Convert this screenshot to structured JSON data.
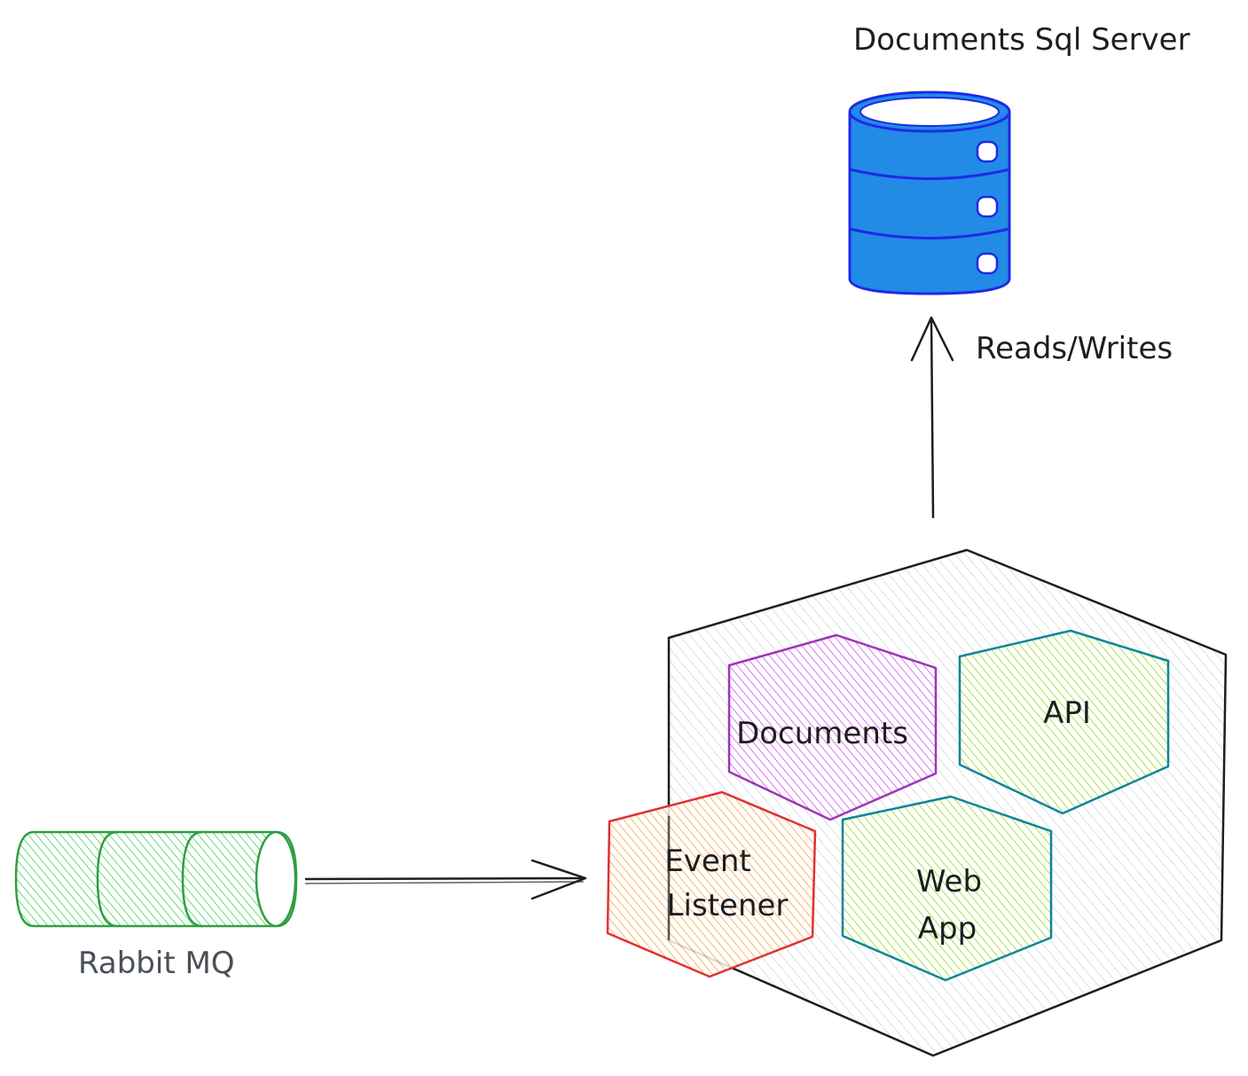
{
  "database": {
    "title": "Documents Sql Server",
    "fill_color": "#228be6",
    "stroke_color": "#1d2be6"
  },
  "connections": {
    "db_link_label": "Reads/Writes"
  },
  "service_group": {
    "fill_color": "#e9ecef",
    "stroke_color": "#1e1e1e",
    "modules": [
      {
        "label_lines": [
          "Documents"
        ],
        "fill_color": "#da77f2",
        "stroke_color": "#9c36b5"
      },
      {
        "label_lines": [
          "API"
        ],
        "fill_color": "#b2f2bb",
        "stroke_color": "#0c8599"
      },
      {
        "label_lines": [
          "Web",
          "App"
        ],
        "fill_color": "#b2f2bb",
        "stroke_color": "#0c8599"
      },
      {
        "label_lines": [
          "Event",
          "Listener"
        ],
        "fill_color": "#ffc078",
        "stroke_color": "#e03131"
      }
    ]
  },
  "queue": {
    "label": "Rabbit MQ",
    "fill_color": "#b2f2bb",
    "stroke_color": "#2f9e44"
  }
}
